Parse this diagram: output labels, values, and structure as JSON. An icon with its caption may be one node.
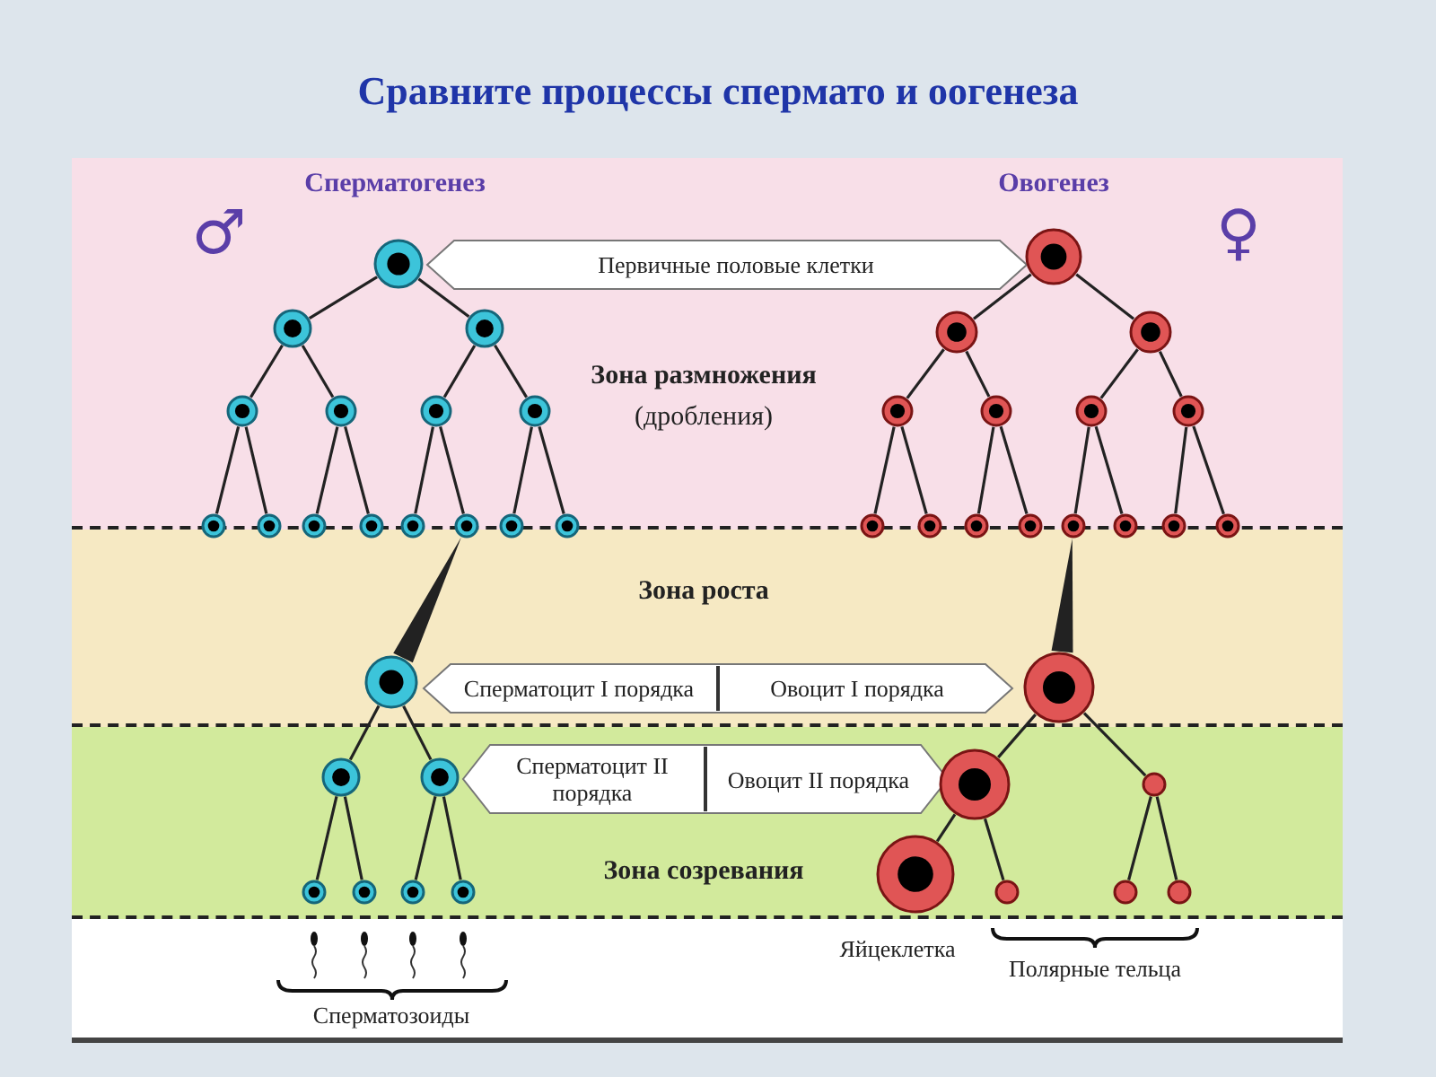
{
  "diagram": {
    "title": "Сравните процессы спермато и оогенеза",
    "nodes": [
      {
        "text": [
          "Зона размножения",
          "(дробления)"
        ]
      },
      {
        "text": [],
        "shape": "circle",
        "in": 0
      },
      {
        "text": [
          "Первичные половые клетки"
        ],
        "in": 0
      },
      {
        "text": [],
        "shape": "circle",
        "in": 0
      },
      {
        "text": [],
        "shape": "circle",
        "in": 0
      },
      {
        "text": [],
        "shape": "circle",
        "in": 0
      },
      {
        "text": [],
        "shape": "circle",
        "in": 0
      },
      {
        "text": [],
        "shape": "circle",
        "in": 0
      },
      {
        "text": [],
        "shape": "circle",
        "in": 0
      },
      {
        "text": [],
        "shape": "circle",
        "in": 0
      },
      {
        "text": [],
        "shape": "circle",
        "in": 0
      },
      {
        "text": [],
        "shape": "circle",
        "in": 0
      },
      {
        "text": [],
        "shape": "circle",
        "in": 0
      },
      {
        "text": [],
        "shape": "circle",
        "in": 0
      },
      {
        "text": [],
        "shape": "circle",
        "in": 0
      },
      {
        "text": [],
        "shape": "circle",
        "in": 0
      },
      {
        "text": [],
        "shape": "circle"
      },
      {
        "text": [],
        "shape": "circle"
      },
      {
        "text": [],
        "shape": "circle"
      },
      {
        "text": [],
        "shape": "circle"
      },
      {
        "text": [],
        "shape": "circle"
      },
      {
        "text": [],
        "shape": "circle"
      },
      {
        "text": [],
        "shape": "circle"
      },
      {
        "text": [],
        "shape": "circle"
      },
      {
        "text": [],
        "shape": "circle"
      },
      {
        "text": [],
        "shape": "circle"
      },
      {
        "text": [],
        "shape": "circle"
      },
      {
        "text": [],
        "shape": "circle"
      },
      {
        "text": [],
        "shape": "circle"
      },
      {
        "text": [],
        "shape": "circle"
      },
      {
        "text": [],
        "shape": "circle"
      },
      {
        "text": [],
        "shape": "circle"
      },
      {
        "text": [
          "Зона роста"
        ]
      },
      {
        "text": [],
        "shape": "circle",
        "in": 32
      },
      {
        "text": [
          "Сперматоцит I порядка",
          "Овоцит I порядка"
        ],
        "in": 32
      },
      {
        "text": [],
        "shape": "circle",
        "in": 32
      },
      {
        "text": [
          "Зона созревания"
        ]
      },
      {
        "text": [],
        "shape": "circle",
        "in": 36
      },
      {
        "text": [],
        "shape": "circle",
        "in": 36
      },
      {
        "text": [
          "Сперматоцит II порядка",
          "Овоцит II порядка"
        ],
        "in": 36
      },
      {
        "text": [],
        "shape": "circle",
        "in": 36
      },
      {
        "text": [],
        "shape": "circle",
        "in": 36
      },
      {
        "text": [],
        "shape": "circle",
        "in": 36
      },
      {
        "text": [],
        "shape": "circle",
        "in": 36
      },
      {
        "text": [],
        "shape": "circle",
        "in": 36
      },
      {
        "text": [],
        "shape": "circle",
        "in": 36
      },
      {
        "text": [],
        "shape": "circle",
        "in": 36,
        "beside": [
          "Яйцеклетка"
        ]
      },
      {
        "text": [],
        "shape": "circle",
        "in": 36
      },
      {
        "text": [],
        "shape": "circle",
        "in": 36
      },
      {
        "text": [],
        "shape": "circle",
        "in": 36
      }
    ],
    "edges": [
      {
        "from": 1,
        "to": 4,
        "arrow": "none"
      },
      {
        "from": 1,
        "to": 5,
        "arrow": "none"
      },
      {
        "from": 4,
        "to": 8,
        "arrow": "none"
      },
      {
        "from": 4,
        "to": 9,
        "arrow": "none"
      },
      {
        "from": 5,
        "to": 10,
        "arrow": "none"
      },
      {
        "from": 5,
        "to": 11,
        "arrow": "none"
      },
      {
        "from": 8,
        "to": 16,
        "arrow": "none"
      },
      {
        "from": 8,
        "to": 17,
        "arrow": "none"
      },
      {
        "from": 9,
        "to": 18,
        "arrow": "none"
      },
      {
        "from": 9,
        "to": 19,
        "arrow": "none"
      },
      {
        "from": 10,
        "to": 20,
        "arrow": "none"
      },
      {
        "from": 10,
        "to": 21,
        "arrow": "none"
      },
      {
        "from": 11,
        "to": 22,
        "arrow": "none"
      },
      {
        "from": 11,
        "to": 23,
        "arrow": "none"
      },
      {
        "from": 21,
        "to": 33,
        "arrow": "none",
        "style": "thick"
      },
      {
        "from": 33,
        "to": 37,
        "arrow": "none"
      },
      {
        "from": 33,
        "to": 38,
        "arrow": "none"
      },
      {
        "from": 37,
        "to": 42,
        "arrow": "none"
      },
      {
        "from": 37,
        "to": 43,
        "arrow": "none"
      },
      {
        "from": 38,
        "to": 44,
        "arrow": "none"
      },
      {
        "from": 38,
        "to": 45,
        "arrow": "none"
      },
      {
        "from": 3,
        "to": 6,
        "arrow": "none"
      },
      {
        "from": 3,
        "to": 7,
        "arrow": "none"
      },
      {
        "from": 6,
        "to": 12,
        "arrow": "none"
      },
      {
        "from": 6,
        "to": 13,
        "arrow": "none"
      },
      {
        "from": 7,
        "to": 14,
        "arrow": "none"
      },
      {
        "from": 7,
        "to": 15,
        "arrow": "none"
      },
      {
        "from": 12,
        "to": 24,
        "arrow": "none"
      },
      {
        "from": 12,
        "to": 25,
        "arrow": "none"
      },
      {
        "from": 13,
        "to": 26,
        "arrow": "none"
      },
      {
        "from": 13,
        "to": 27,
        "arrow": "none"
      },
      {
        "from": 14,
        "to": 28,
        "arrow": "none"
      },
      {
        "from": 14,
        "to": 29,
        "arrow": "none"
      },
      {
        "from": 15,
        "to": 30,
        "arrow": "none"
      },
      {
        "from": 15,
        "to": 31,
        "arrow": "none"
      },
      {
        "from": 28,
        "to": 35,
        "arrow": "none",
        "style": "thick"
      },
      {
        "from": 35,
        "to": 40,
        "arrow": "none"
      },
      {
        "from": 35,
        "to": 41,
        "arrow": "none"
      },
      {
        "from": 40,
        "to": 46,
        "arrow": "none"
      },
      {
        "from": 40,
        "to": 47,
        "arrow": "none"
      },
      {
        "from": 41,
        "to": 48,
        "arrow": "none"
      },
      {
        "from": 41,
        "to": 49,
        "arrow": "none"
      }
    ],
    "labels": [
      "Сперматогенез",
      "Овогенез",
      "♂",
      "♀",
      "Полярные тельца",
      "Сперматозоиды"
    ]
  }
}
